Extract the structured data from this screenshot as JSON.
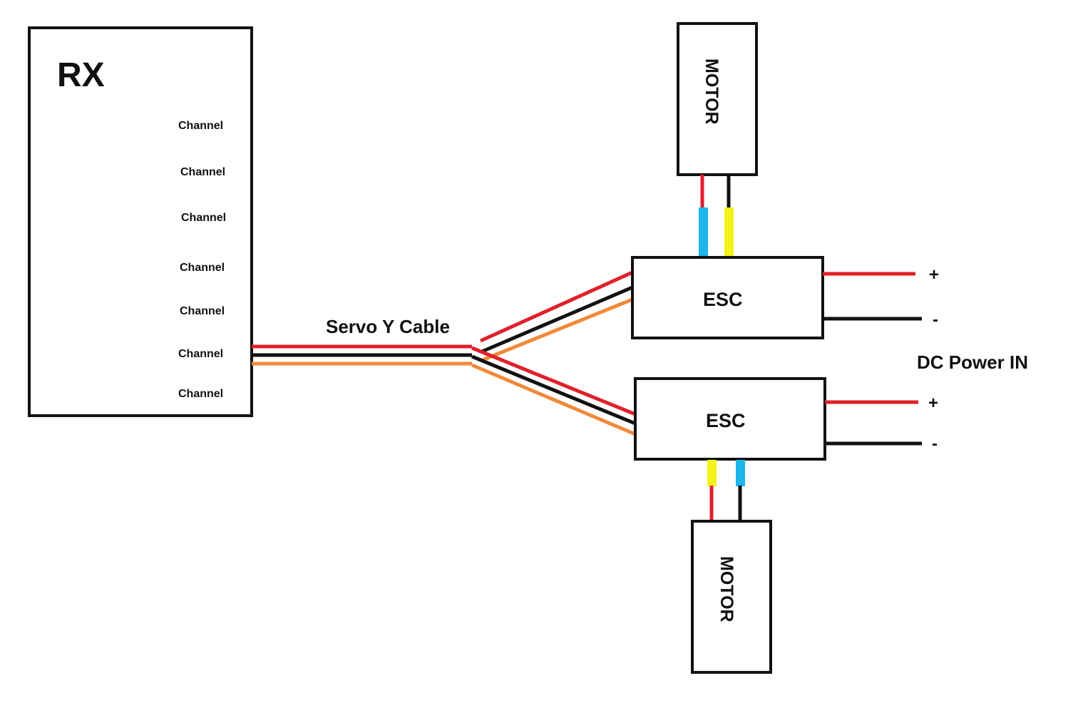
{
  "receiver": {
    "title": "RX",
    "channels": [
      "Channel",
      "Channel",
      "Channel",
      "Channel",
      "Channel",
      "Channel",
      "Channel"
    ]
  },
  "cable": {
    "label": "Servo Y Cable"
  },
  "esc_top": {
    "label": "ESC"
  },
  "esc_bottom": {
    "label": "ESC"
  },
  "motor_top": {
    "label": "MOTOR"
  },
  "motor_bottom": {
    "label": "MOTOR"
  },
  "power": {
    "label": "DC Power IN",
    "top_plus": "+",
    "top_minus": "-",
    "bottom_plus": "+",
    "bottom_minus": "-"
  },
  "colors": {
    "red": "#e0202a",
    "black": "#111111",
    "orange": "#f08a3a",
    "blue": "#1eb4ec",
    "yellow": "#f4f21a"
  }
}
